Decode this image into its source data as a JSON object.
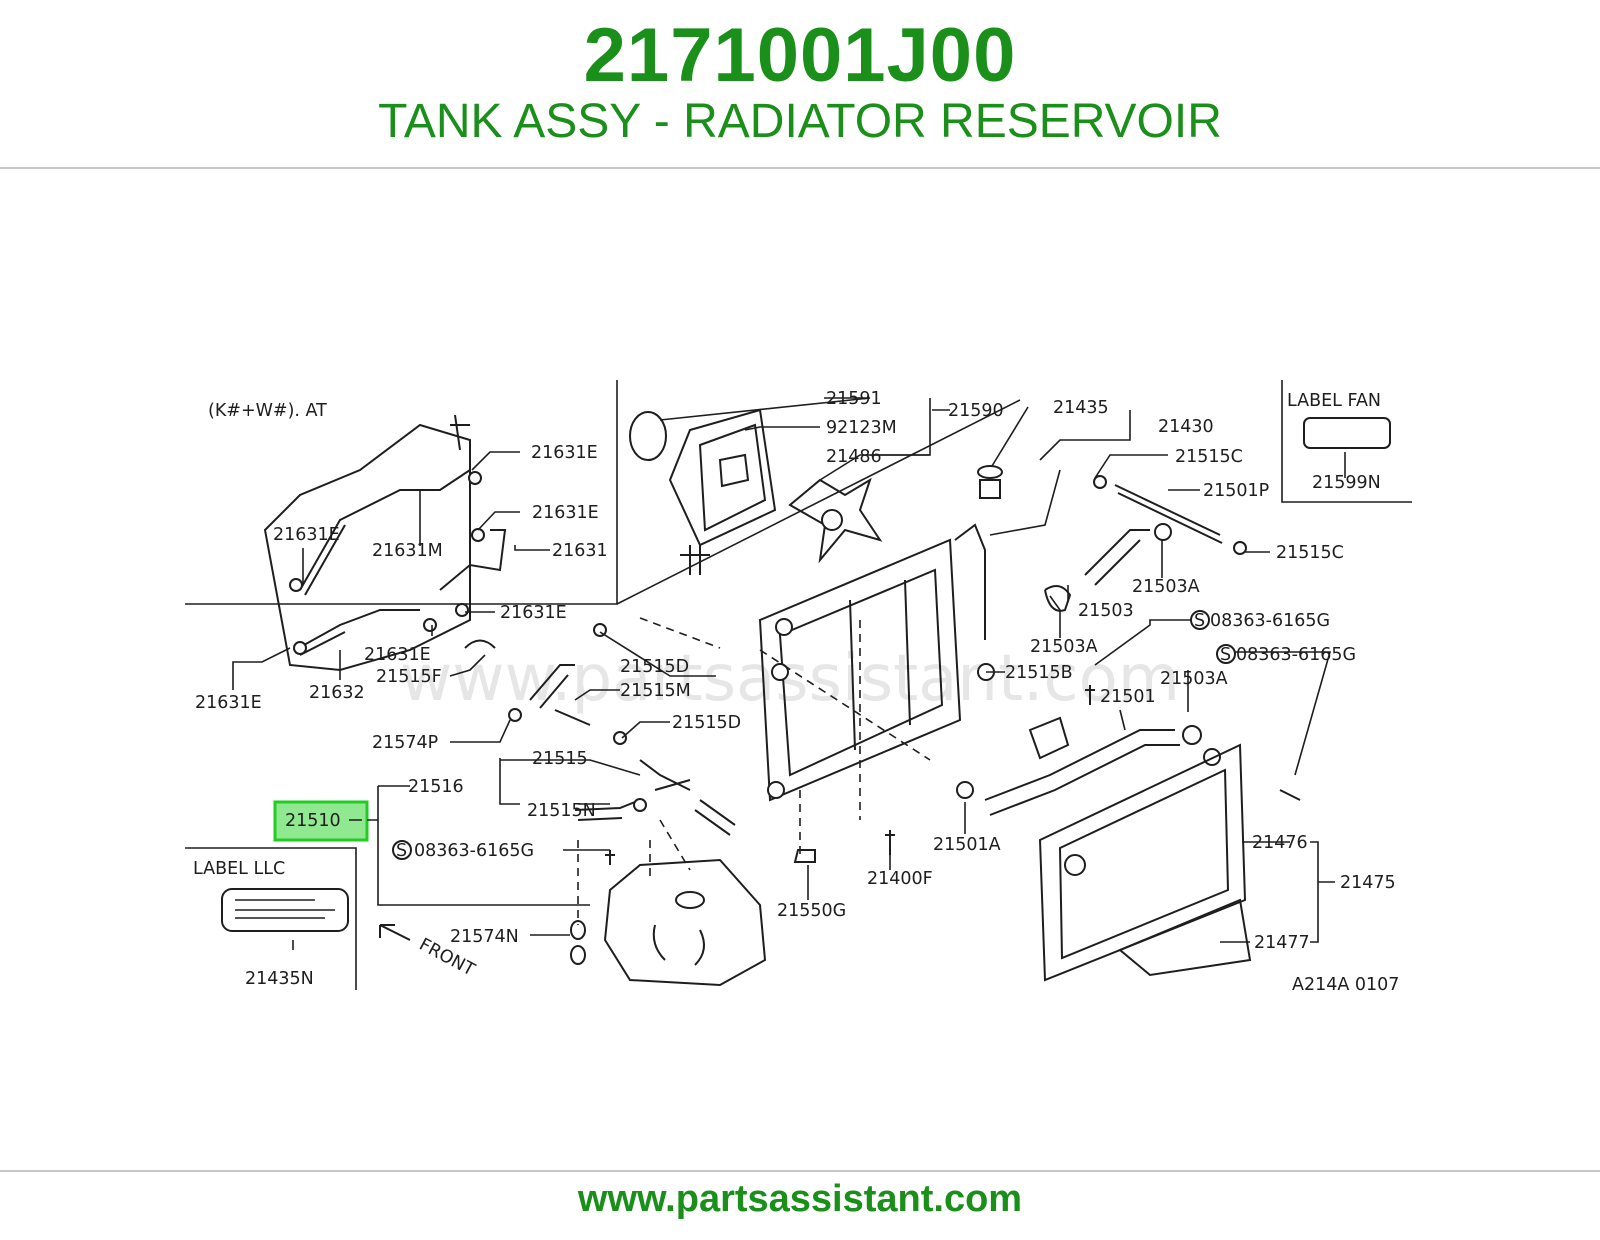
{
  "header": {
    "part_number": "2171001J00",
    "part_name": "TANK ASSY - RADIATOR RESERVOIR"
  },
  "footer": {
    "url": "www.partsassistant.com"
  },
  "diagram": {
    "watermark": "www.partsassistant.com",
    "model_note": "(K#+W#). AT",
    "label_fan_title": "LABEL FAN",
    "label_llc_title": "LABEL LLC",
    "front_label": "FRONT",
    "figure_code": "A214A 0107",
    "highlighted_part": "21510",
    "callouts": {
      "c21631E_a": "21631E",
      "c21631E_b": "21631E",
      "c21631E_c": "21631E",
      "c21631M": "21631M",
      "c21631": "21631",
      "c21631E_d": "21631E",
      "c21631E_e": "21631E",
      "c21631E_f": "21631E",
      "c21632": "21632",
      "c21515F": "21515F",
      "c21591": "21591",
      "c92123M": "92123M",
      "c21590": "21590",
      "c21486": "21486",
      "c21435": "21435",
      "c21430": "21430",
      "c21515C_a": "21515C",
      "c21501P": "21501P",
      "c21515C_b": "21515C",
      "c21503A_a": "21503A",
      "c21503": "21503",
      "c21503A_b": "21503A",
      "c08363_a": "08363-6165G",
      "c08363_b": "08363-6165G",
      "c21515B": "21515B",
      "c21503A_c": "21503A",
      "c21501": "21501",
      "c21515D_a": "21515D",
      "c21515M": "21515M",
      "c21574P": "21574P",
      "c21515D_b": "21515D",
      "c21515": "21515",
      "c21516": "21516",
      "c21510": "21510",
      "c21515N": "21515N",
      "c08363_c": "08363-6165G",
      "c21574N": "21574N",
      "c21435N": "21435N",
      "c21550G": "21550G",
      "c21400F": "21400F",
      "c21501A": "21501A",
      "c21476": "21476",
      "c21475": "21475",
      "c21477": "21477",
      "c21599N": "21599N"
    }
  },
  "colors": {
    "brand_green": "#1a8f1a",
    "highlight_fill": "#90e890",
    "highlight_border": "#22cc22"
  }
}
